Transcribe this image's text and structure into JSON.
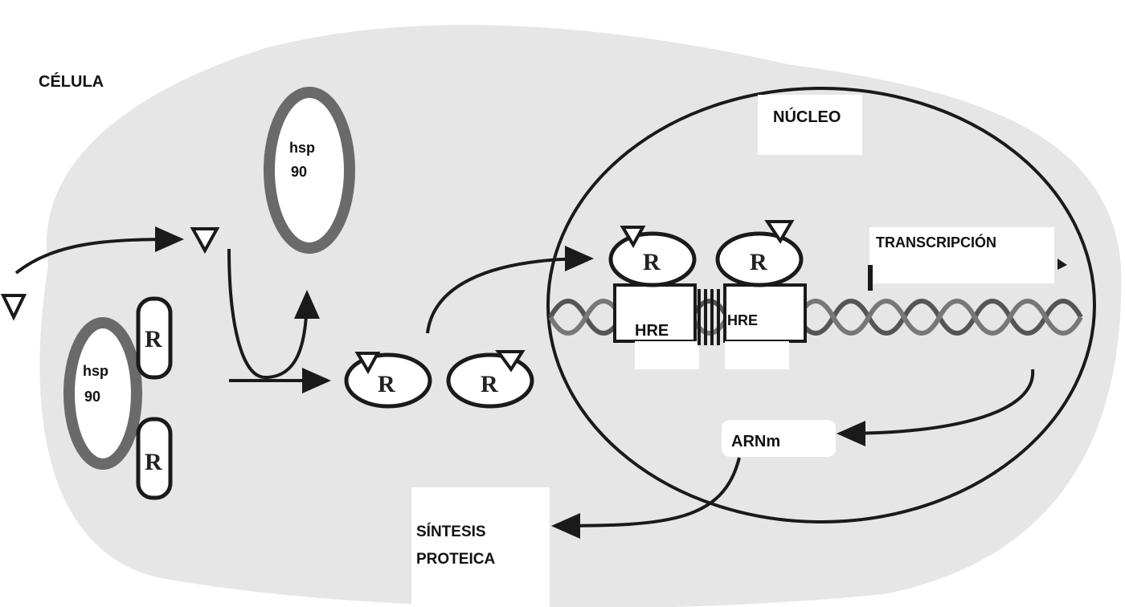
{
  "labels": {
    "cell": "CÉLULA",
    "nucleus": "NÚCLEO",
    "transcription": "TRANSCRIPCIÓN",
    "mrna": "ARNm",
    "synthesis_line1": "SÍNTESIS",
    "synthesis_line2": "PROTEICA",
    "hre_left": "HRE",
    "hre_right": "HRE",
    "hsp_top_line1": "hsp",
    "hsp_top_line2": "90",
    "hsp_left_line1": "hsp",
    "hsp_left_line2": "90",
    "receptor": "R"
  },
  "colors": {
    "cell_fill": "#e6e6e6",
    "stroke": "#1a1a1a",
    "hsp_ring": "#6a6a6a"
  }
}
